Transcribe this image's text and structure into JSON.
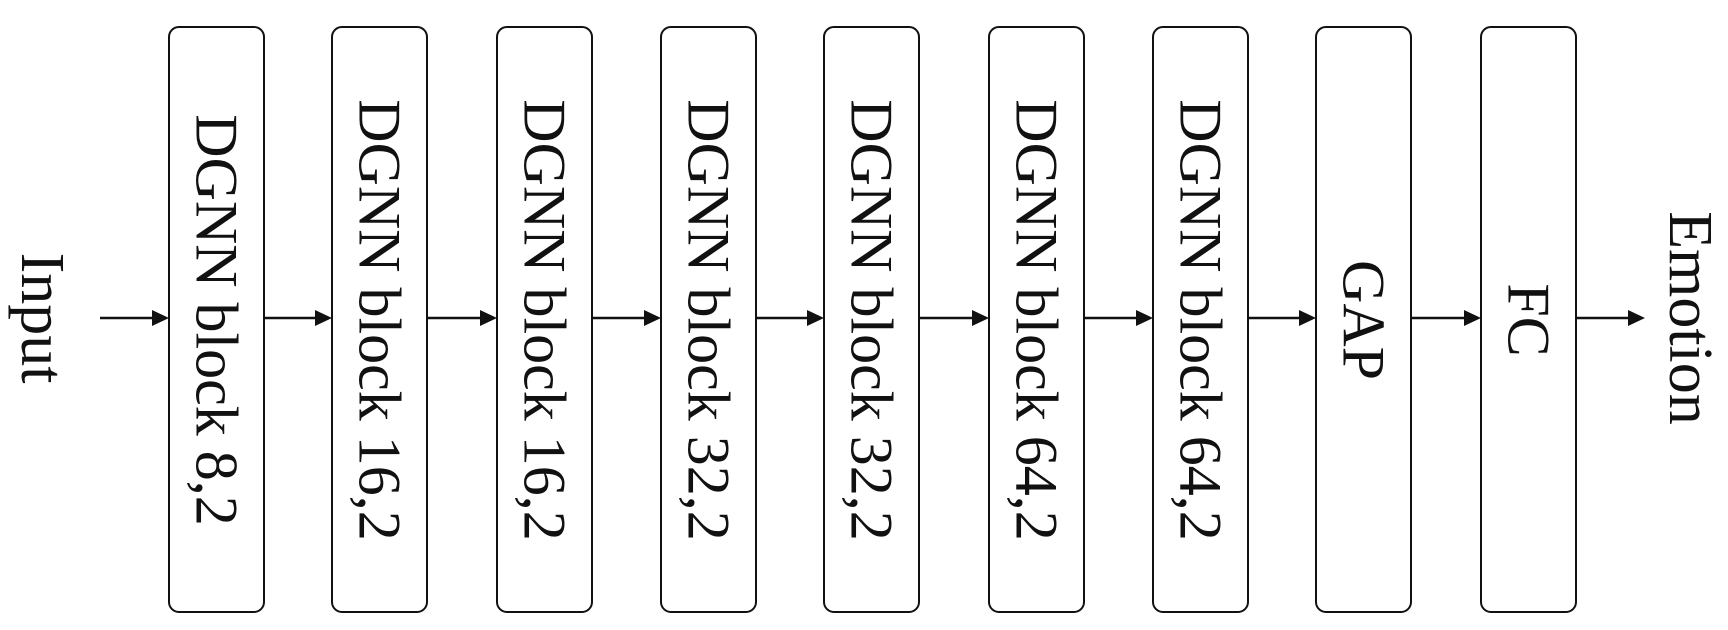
{
  "diagram": {
    "input_label": "Input",
    "output_label": "Emotion",
    "blocks": [
      {
        "label": "DGNN block 8,2"
      },
      {
        "label": "DGNN block 16,2"
      },
      {
        "label": "DGNN block 16,2"
      },
      {
        "label": "DGNN block 32,2"
      },
      {
        "label": "DGNN block 32,2"
      },
      {
        "label": "DGNN block 64,2"
      },
      {
        "label": "DGNN block 64,2"
      },
      {
        "label": "GAP"
      },
      {
        "label": "FC"
      }
    ]
  }
}
